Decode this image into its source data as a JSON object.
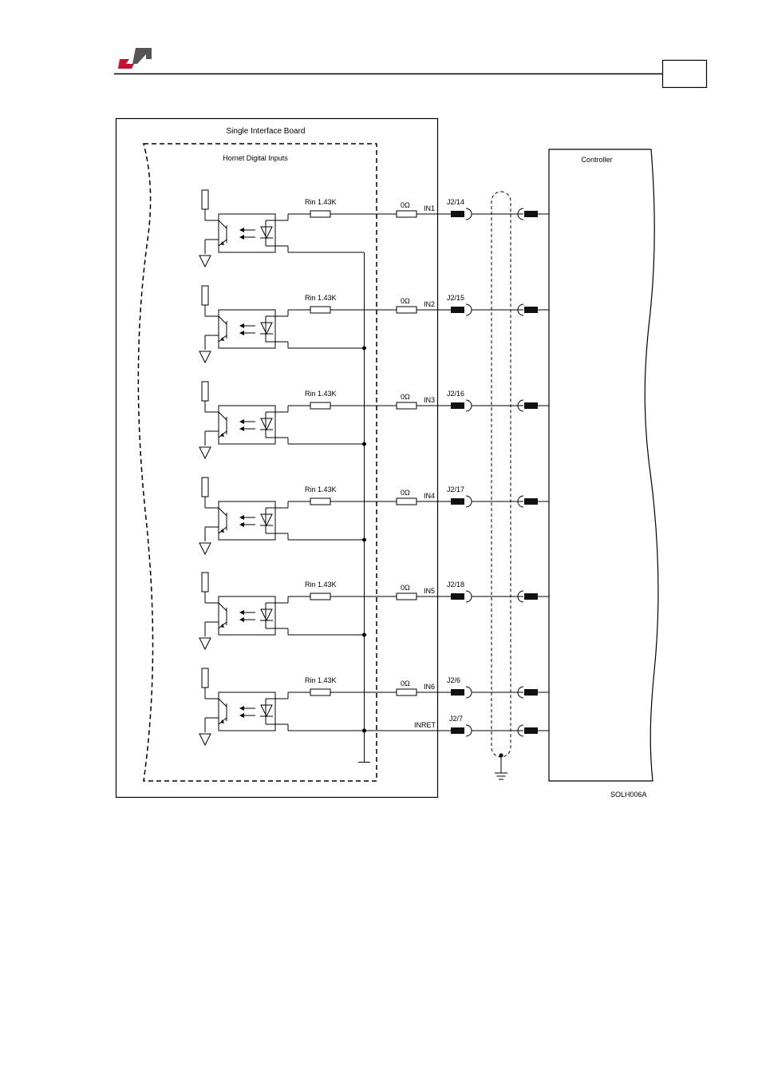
{
  "header": {
    "page_box_text": "",
    "logo_colors": {
      "red": "#c8102e",
      "grey": "#555555"
    }
  },
  "diagram": {
    "board_title": "Single Interface Board",
    "inputs_title": "Hornet Digital Inputs",
    "controller_title": "Controller",
    "figure_id": "SOLH006A",
    "channels": [
      {
        "rin": "Rin 1.43K",
        "zero": "0Ω",
        "signal": "IN1",
        "pin": "J2/14"
      },
      {
        "rin": "Rin 1.43K",
        "zero": "0Ω",
        "signal": "IN2",
        "pin": "J2/15"
      },
      {
        "rin": "Rin 1.43K",
        "zero": "0Ω",
        "signal": "IN3",
        "pin": "J2/16"
      },
      {
        "rin": "Rin 1.43K",
        "zero": "0Ω",
        "signal": "IN4",
        "pin": "J2/17"
      },
      {
        "rin": "Rin 1.43K",
        "zero": "0Ω",
        "signal": "IN5",
        "pin": "J2/18"
      },
      {
        "rin": "Rin 1.43K",
        "zero": "0Ω",
        "signal": "IN6",
        "pin": "J2/6"
      }
    ],
    "return_line": {
      "signal": "INRET",
      "pin": "J2/7"
    }
  }
}
